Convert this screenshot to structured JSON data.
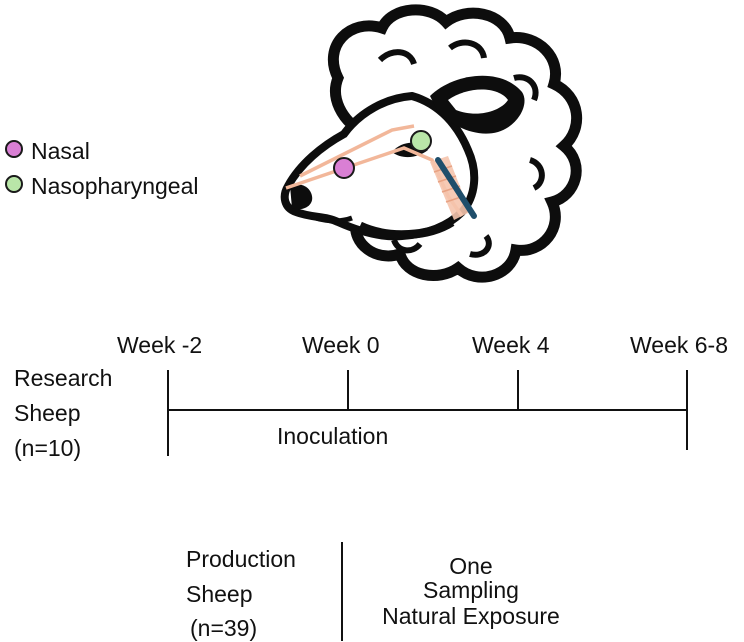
{
  "legend": {
    "items": [
      {
        "label": "Nasal",
        "color": "#d97fd4"
      },
      {
        "label": "Nasopharyngeal",
        "color": "#b9e6a8"
      }
    ]
  },
  "anatomy": {
    "tube_color": "#f2b79a",
    "probe_color": "#1f4e6b",
    "markers": [
      "Nasal",
      "Nasopharyngeal"
    ]
  },
  "timeline": {
    "weeks": [
      "Week -2",
      "Week 0",
      "Week 4",
      "Week 6-8"
    ],
    "group": {
      "line1": "Research",
      "line2": "Sheep",
      "line3": "(n=10)"
    },
    "event": "Inoculation"
  },
  "production": {
    "group": {
      "line1": "Production",
      "line2": "Sheep",
      "line3": "(n=39)"
    },
    "desc": {
      "line1": "One",
      "line2": "Sampling",
      "line3": "Natural Exposure"
    }
  }
}
